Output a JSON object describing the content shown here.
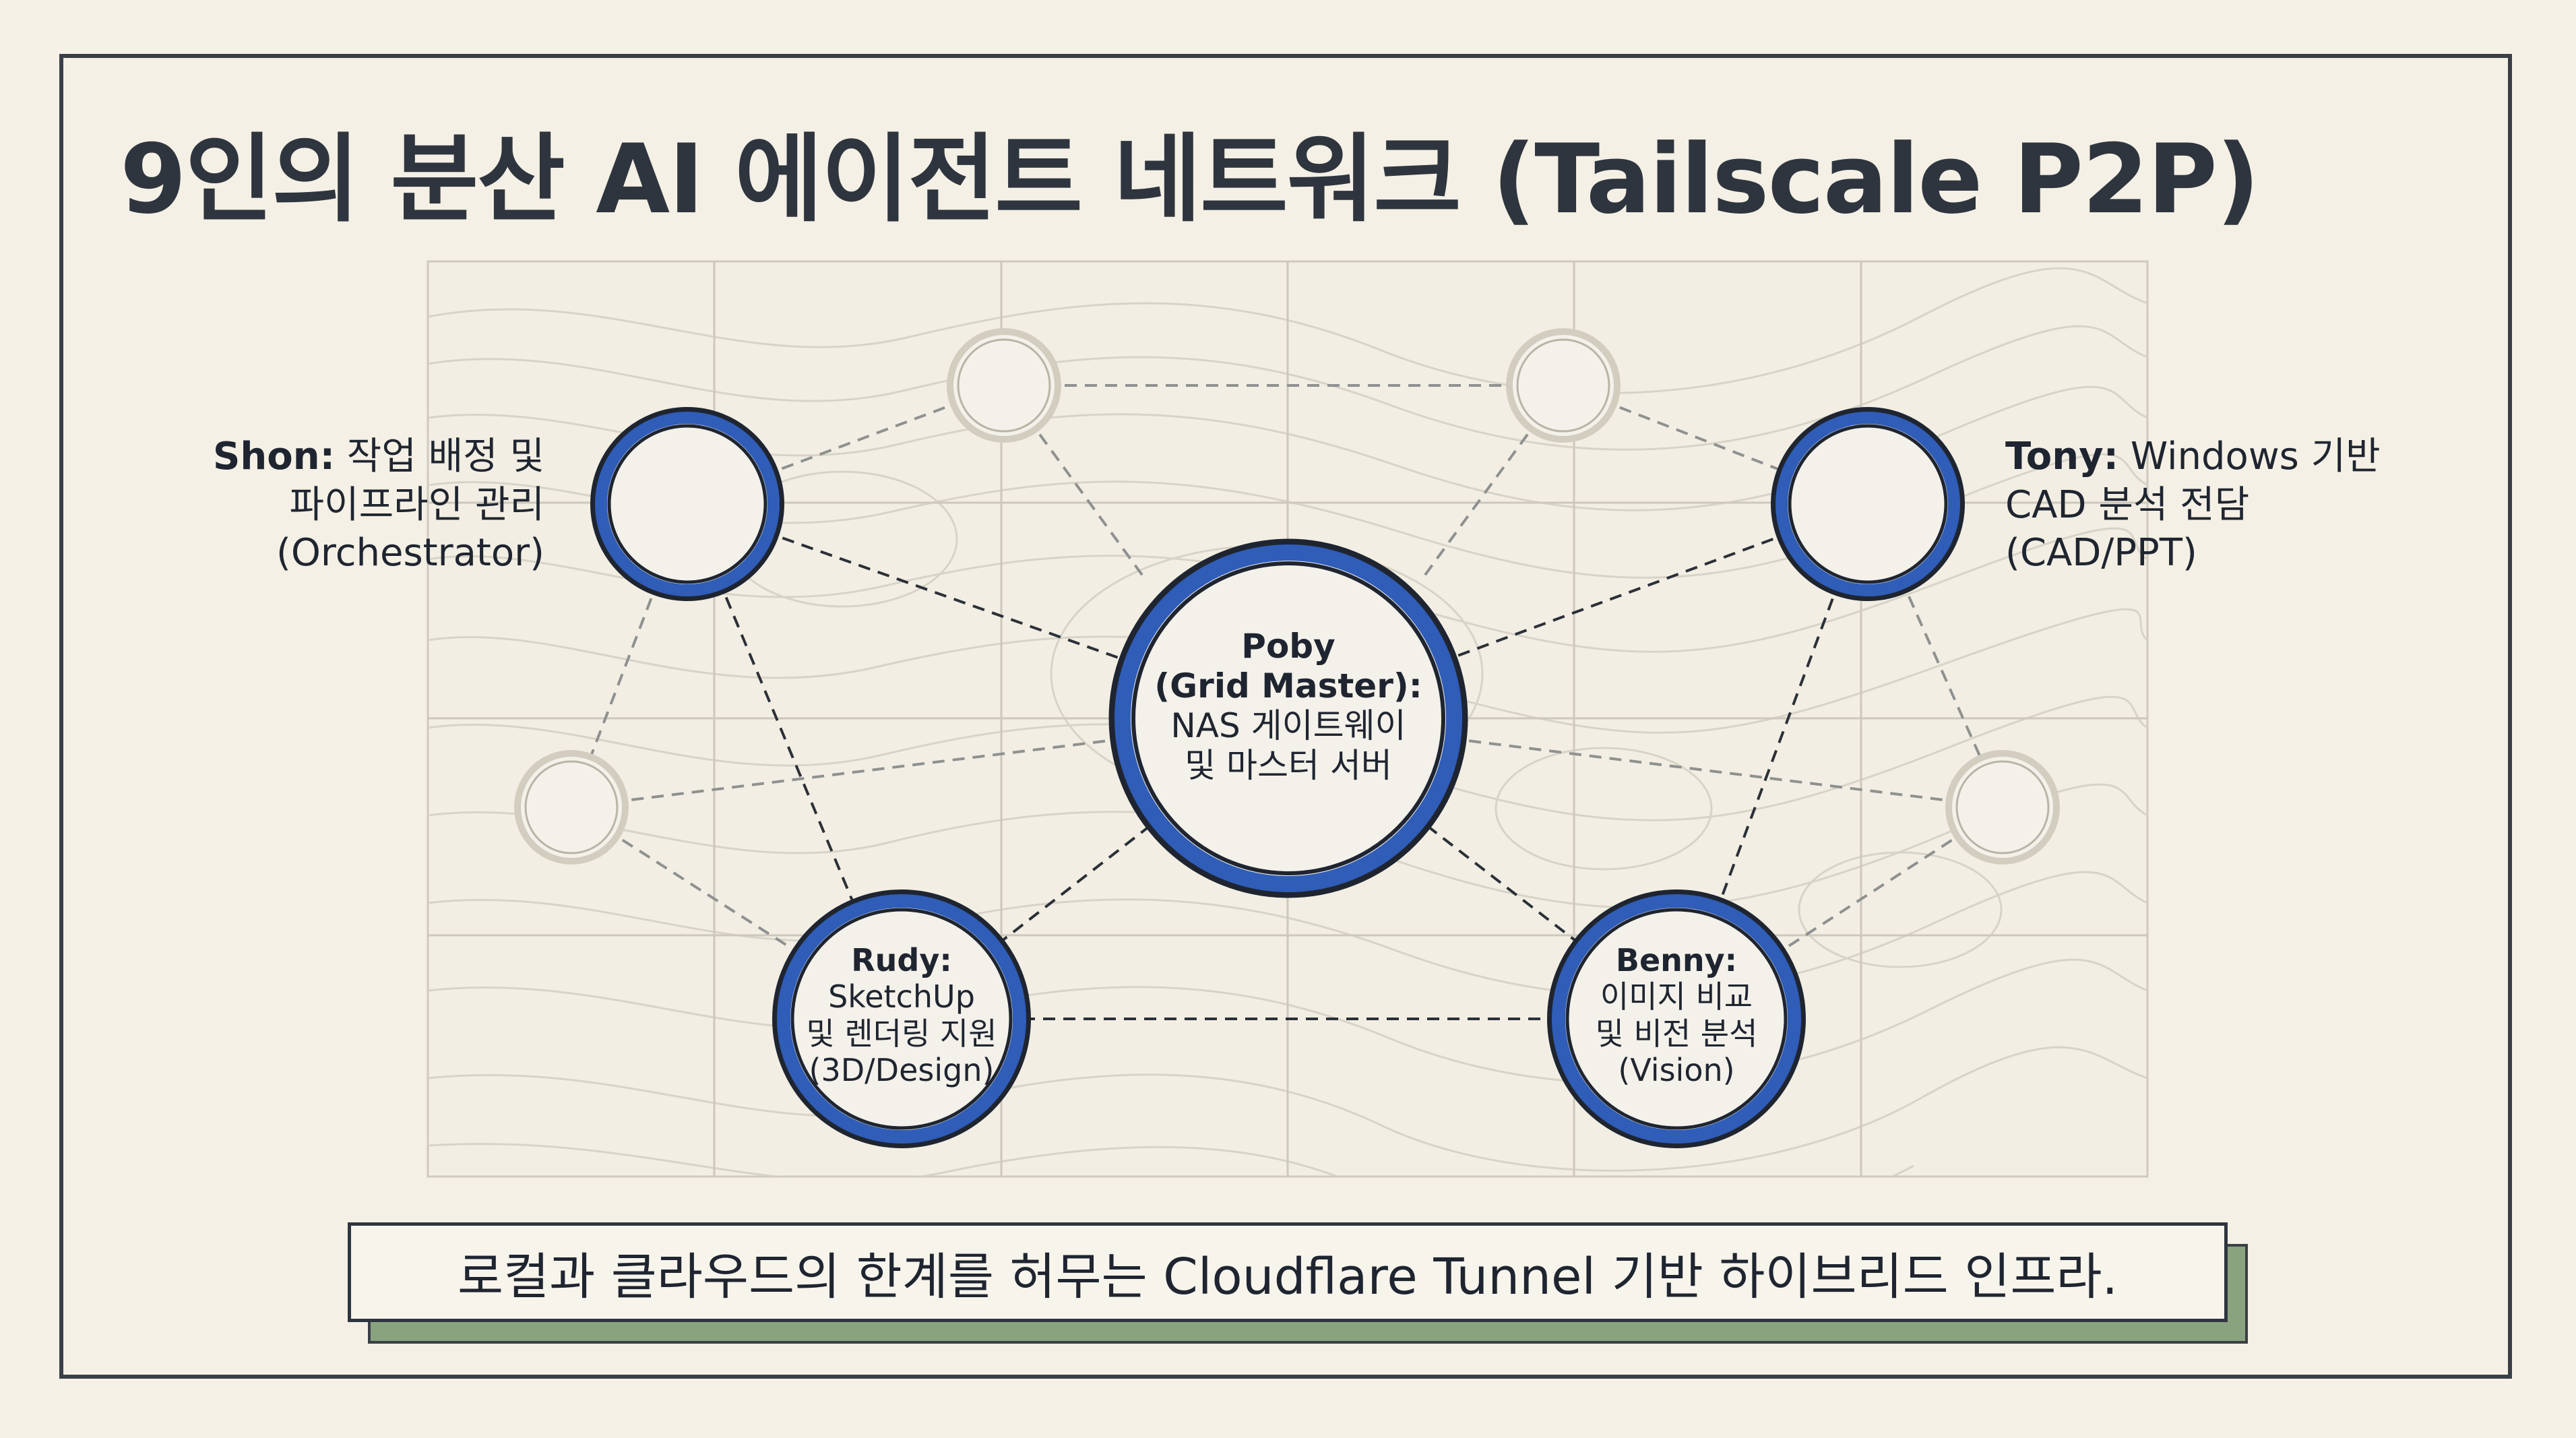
{
  "title": "9인의 분산 AI 에이전트 네트워크 (Tailscale P2P)",
  "nodes": {
    "poby": {
      "name": "Poby",
      "role": "(Grid Master):",
      "desc1": "NAS 게이트웨이",
      "desc2": "및 마스터 서버"
    },
    "shon": {
      "name": "Shon:",
      "desc1": "작업 배정 및",
      "desc2": "파이프라인 관리",
      "desc3": "(Orchestrator)"
    },
    "tony": {
      "name": "Tony:",
      "desc1": "Windows 기반",
      "desc2": "CAD 분석 전담",
      "desc3": "(CAD/PPT)"
    },
    "rudy": {
      "name": "Rudy:",
      "desc1": "SketchUp",
      "desc2": "및 렌더링 지원",
      "desc3": "(3D/Design)"
    },
    "benny": {
      "name": "Benny:",
      "desc1": "이미지 비교",
      "desc2": "및 비전 분석",
      "desc3": "(Vision)"
    }
  },
  "banner": "로컬과 클라우드의 한계를 허무는 Cloudflare Tunnel 기반 하이브리드 인프라.",
  "colors": {
    "accent_blue": "#2f5db8",
    "node_fill": "#f3f1ea",
    "minor_ring": "#cfcabb",
    "banner_shadow": "#8aa37f",
    "frame": "#3a3f47"
  }
}
